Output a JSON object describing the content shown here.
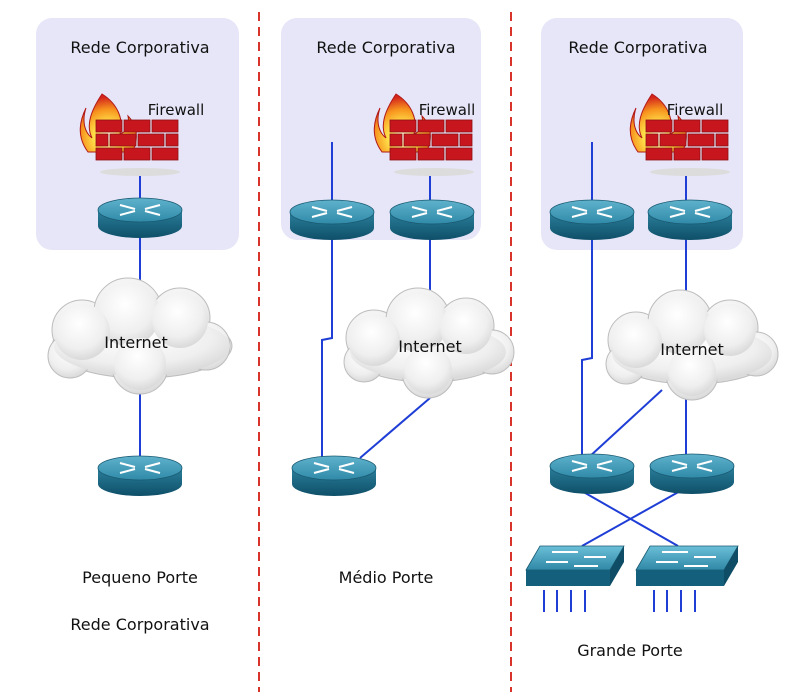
{
  "panels": [
    {
      "zone_title": "Rede Corporativa",
      "firewall_label": "Firewall",
      "cloud_label": "Internet",
      "caption_lines": [
        "Pequeno Porte",
        "Rede Corporativa"
      ]
    },
    {
      "zone_title": "Rede Corporativa",
      "firewall_label": "Firewall",
      "cloud_label": "Internet",
      "caption_lines": [
        "Médio Porte"
      ]
    },
    {
      "zone_title": "Rede Corporativa",
      "firewall_label": "Firewall",
      "cloud_label": "Internet",
      "caption_lines": [
        "Grande Porte"
      ]
    }
  ],
  "colors": {
    "zone_fill": "#e6e6f8",
    "link_line": "#1f3ed6",
    "divider": "#d9342c",
    "router_body": "#1f6f8b",
    "router_top": "#3f97b4",
    "brick": "#c8161e",
    "flame": "#f59a10"
  },
  "icons": [
    "router-icon",
    "firewall-icon",
    "switch-icon",
    "cloud-icon"
  ]
}
